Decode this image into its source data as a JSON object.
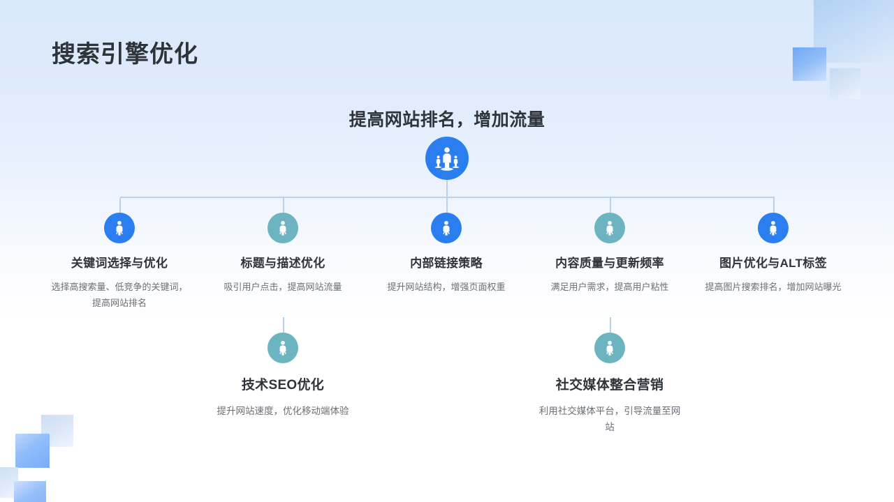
{
  "slide": {
    "title": "搜索引擎优化",
    "subtitle": "提高网站排名，增加流量"
  },
  "colors": {
    "blue": "#2a7ef0",
    "teal": "#6cb4bf",
    "connector": "#b8d3ea",
    "title_text": "#2f343a",
    "desc_text": "#6a6f75",
    "bg_top": "#d9e8fb",
    "bg_bottom": "#ffffff"
  },
  "root": {
    "icon": "leadership-person-icon",
    "color": "#2a7ef0"
  },
  "branches": [
    {
      "title": "关键词选择与优化",
      "desc": "选择高搜索量、低竞争的关键词，提高网站排名",
      "icon": "person-icon",
      "color": "#2a7ef0"
    },
    {
      "title": "标题与描述优化",
      "desc": "吸引用户点击，提高网站流量",
      "icon": "person-icon",
      "color": "#6cb4bf"
    },
    {
      "title": "内部链接策略",
      "desc": "提升网站结构，增强页面权重",
      "icon": "person-icon",
      "color": "#2a7ef0"
    },
    {
      "title": "内容质量与更新频率",
      "desc": "满足用户需求，提高用户粘性",
      "icon": "person-icon",
      "color": "#6cb4bf"
    },
    {
      "title": "图片优化与ALT标签",
      "desc": "提高图片搜索排名，增加网站曝光",
      "icon": "person-icon",
      "color": "#2a7ef0"
    }
  ],
  "sub_branches": [
    {
      "title": "技术SEO优化",
      "desc": "提升网站速度，优化移动端体验",
      "icon": "person-icon",
      "color": "#6cb4bf"
    },
    {
      "title": "社交媒体整合营销",
      "desc": "利用社交媒体平台，引导流量至网站",
      "icon": "person-icon",
      "color": "#6cb4bf"
    }
  ]
}
